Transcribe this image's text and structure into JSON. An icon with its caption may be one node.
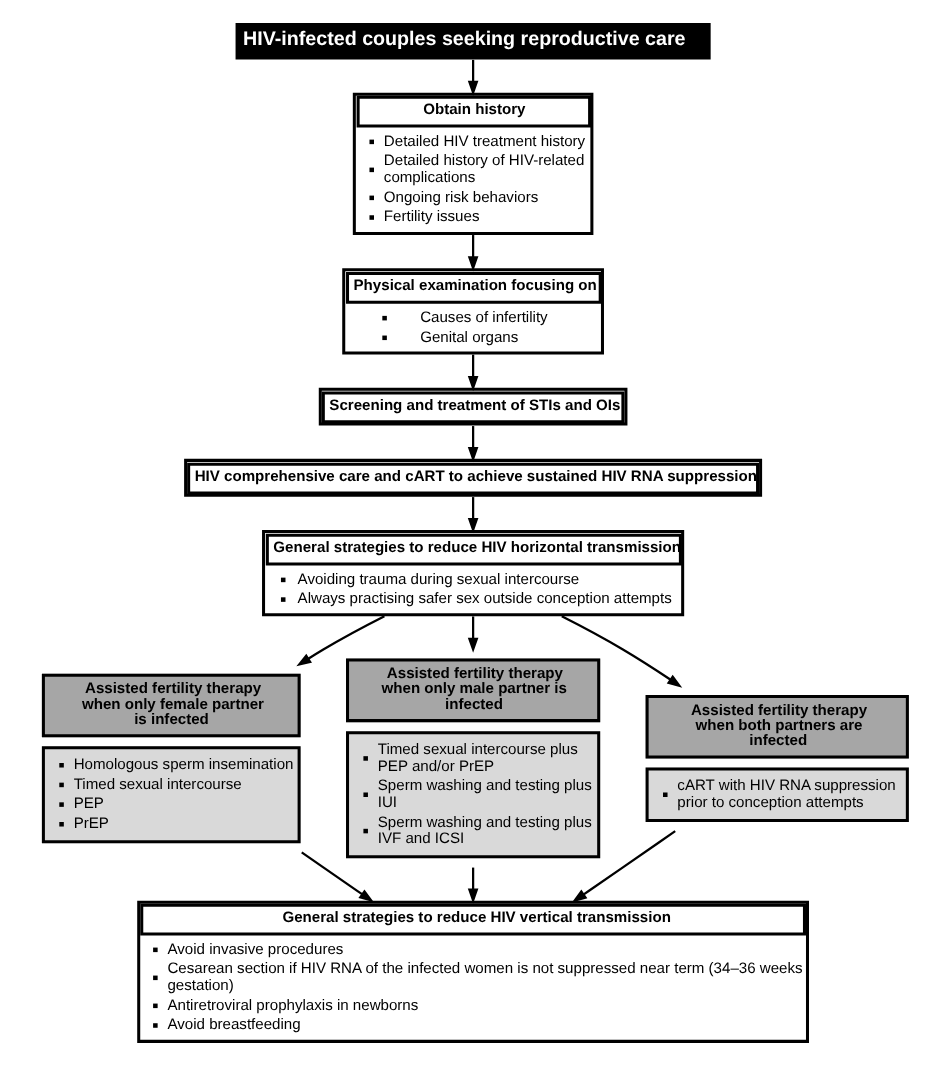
{
  "diagram": {
    "nodes": [
      {
        "text": [
          "HIV-infected couples seeking reproductive care"
        ]
      },
      {
        "text": [
          "Obtain history",
          "Detailed HIV treatment history",
          "Detailed history of HIV-related complications",
          "Ongoing risk behaviors",
          "Fertility issues"
        ]
      },
      {
        "text": [
          "Physical examination focusing on",
          "Causes of infertility",
          "Genital organs"
        ]
      },
      {
        "text": [
          "Screening and treatment of STIs and OIs"
        ]
      },
      {
        "text": [
          "HIV comprehensive care and cART to achieve sustained HIV RNA suppression"
        ]
      },
      {
        "text": [
          "General strategies to reduce HIV horizontal transmission",
          "Avoiding trauma during sexual intercourse",
          "Always practising safer sex outside conception attempts"
        ]
      },
      {
        "text": [
          "Assisted fertility therapy when only female partner is infected",
          "Homologous sperm insemination",
          "Timed sexual intercourse",
          "PEP",
          "PrEP"
        ]
      },
      {
        "text": [
          "Assisted fertility therapy when only male partner is infected",
          "Timed sexual intercourse plus PEP and/or PrEP",
          "Sperm washing and testing plus IUI",
          "Sperm washing and testing plus IVF and ICSI"
        ]
      },
      {
        "text": [
          "Assisted fertility therapy when both partners are infected",
          "cART with HIV RNA suppression prior to conception attempts"
        ]
      },
      {
        "text": [
          "General strategies to reduce HIV vertical transmission",
          "Avoid invasive procedures",
          "Cesarean section if HIV RNA of the infected women is not suppressed near term (34–36 weeks gestation)",
          "Antiretroviral prophylaxis in newborns",
          "Avoid breastfeeding"
        ]
      }
    ],
    "edges": [
      {
        "from": 0,
        "to": 1,
        "arrow": "to"
      },
      {
        "from": 1,
        "to": 2,
        "arrow": "to"
      },
      {
        "from": 2,
        "to": 3,
        "arrow": "to"
      },
      {
        "from": 3,
        "to": 4,
        "arrow": "to"
      },
      {
        "from": 4,
        "to": 5,
        "arrow": "to"
      },
      {
        "from": 5,
        "to": 6,
        "arrow": "to"
      },
      {
        "from": 5,
        "to": 7,
        "arrow": "to"
      },
      {
        "from": 5,
        "to": 8,
        "arrow": "to"
      },
      {
        "from": 6,
        "to": 9,
        "arrow": "to"
      },
      {
        "from": 7,
        "to": 9,
        "arrow": "to"
      },
      {
        "from": 8,
        "to": 9,
        "arrow": "to"
      }
    ]
  }
}
